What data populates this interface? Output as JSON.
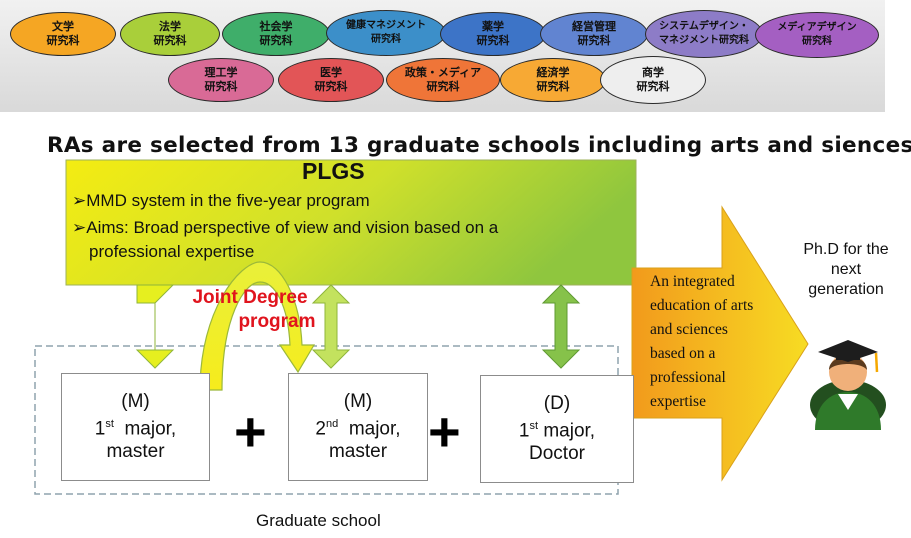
{
  "top_schools_row1": [
    {
      "l1": "文学",
      "l2": "研究科",
      "color": "#f5a623"
    },
    {
      "l1": "法学",
      "l2": "研究科",
      "color": "#a9cf3a"
    },
    {
      "l1": "社会学",
      "l2": "研究科",
      "color": "#3fae6a"
    },
    {
      "l1": "健康マネジメント",
      "l2": "研究科",
      "color": "#3c8fc9"
    },
    {
      "l1": "薬学",
      "l2": "研究科",
      "color": "#3d74c7"
    },
    {
      "l1": "経営管理",
      "l2": "研究科",
      "color": "#6184d1"
    },
    {
      "l1": "システムデザイン・",
      "l2": "マネジメント研究科",
      "color": "#8d7cc7"
    },
    {
      "l1": "メディアデザイン",
      "l2": "研究科",
      "color": "#a45fc2"
    }
  ],
  "top_schools_row2": [
    {
      "l1": "理工学",
      "l2": "研究科",
      "color": "#d96a96"
    },
    {
      "l1": "医学",
      "l2": "研究科",
      "color": "#e25557"
    },
    {
      "l1": "政策・メディア",
      "l2": "研究科",
      "color": "#ef7538"
    },
    {
      "l1": "経済学",
      "l2": "研究科",
      "color": "#f7a934"
    },
    {
      "l1": "商学",
      "l2": "研究科",
      "color": "#eeeeee"
    }
  ],
  "headline": "RAs are selected from 13 graduate schools including arts and siences",
  "plgs": {
    "title": "PLGS",
    "bullet1": "MMD system in the five-year program",
    "bullet2_line1": "Aims: Broad perspective of view and vision based on a",
    "bullet2_line2": "professional expertise"
  },
  "joint_degree": {
    "line1": "Joint Degree",
    "line2": "program",
    "color": "#e0141e"
  },
  "boxes": {
    "m1": {
      "tag": "(M)",
      "num": "1",
      "sup": "st",
      "major": "major,",
      "degree": "master"
    },
    "m2": {
      "tag": "(M)",
      "num": "2",
      "sup": "nd",
      "major": "major,",
      "degree": "master"
    },
    "d1": {
      "tag": "(D)",
      "num": "1",
      "sup": "st",
      "major": "major,",
      "degree": "Doctor"
    }
  },
  "plus": "+",
  "graduate_school": "Graduate school",
  "integrated": [
    "An integrated",
    "education of arts",
    "and sciences",
    "based on a",
    "professional",
    "expertise"
  ],
  "phd": [
    "Ph.D for the",
    "next",
    "generation"
  ],
  "colors": {
    "plgs_start": "#f3e915",
    "plgs_end": "#93c83d",
    "green_arrow": "#97cf4f",
    "dark_green": "#6fae3a",
    "orange_arrow": "#f2ac22"
  }
}
